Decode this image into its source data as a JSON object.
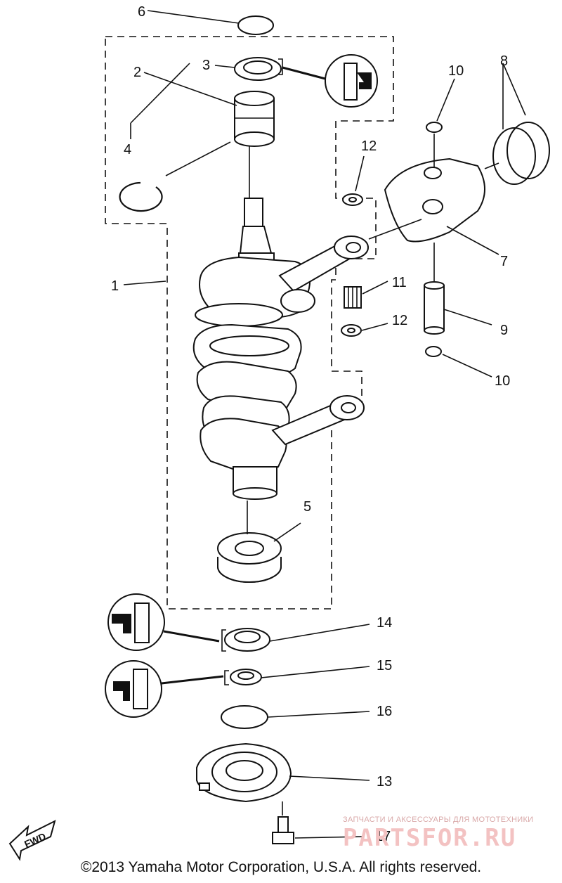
{
  "callouts": [
    "1",
    "2",
    "3",
    "4",
    "5",
    "6",
    "7",
    "8",
    "9",
    "10",
    "10",
    "11",
    "12",
    "12",
    "13",
    "14",
    "15",
    "16",
    "17"
  ],
  "fwd_label": "FWD",
  "watermark": {
    "tagline": "ЗАПЧАСТИ И АКСЕССУАРЫ ДЛЯ МОТОТЕХНИКИ",
    "logo": "PARTSFOR.RU"
  },
  "copyright": "©2013 Yamaha Motor Corporation, U.S.A. All rights reserved.",
  "colors": {
    "ink": "#111111",
    "watermark": "#f3c2c2"
  }
}
